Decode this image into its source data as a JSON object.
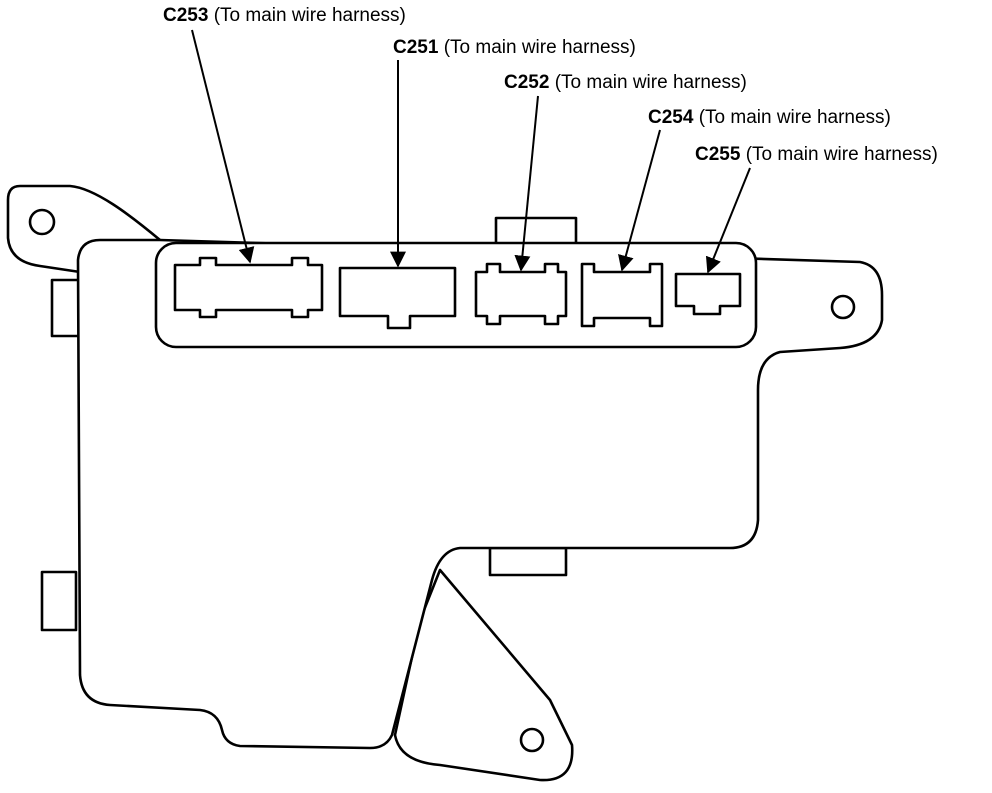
{
  "callouts": [
    {
      "code": "C253",
      "desc": "(To main wire harness)"
    },
    {
      "code": "C251",
      "desc": "(To main wire harness)"
    },
    {
      "code": "C252",
      "desc": "(To main wire harness)"
    },
    {
      "code": "C254",
      "desc": "(To main wire harness)"
    },
    {
      "code": "C255",
      "desc": "(To main wire harness)"
    }
  ]
}
